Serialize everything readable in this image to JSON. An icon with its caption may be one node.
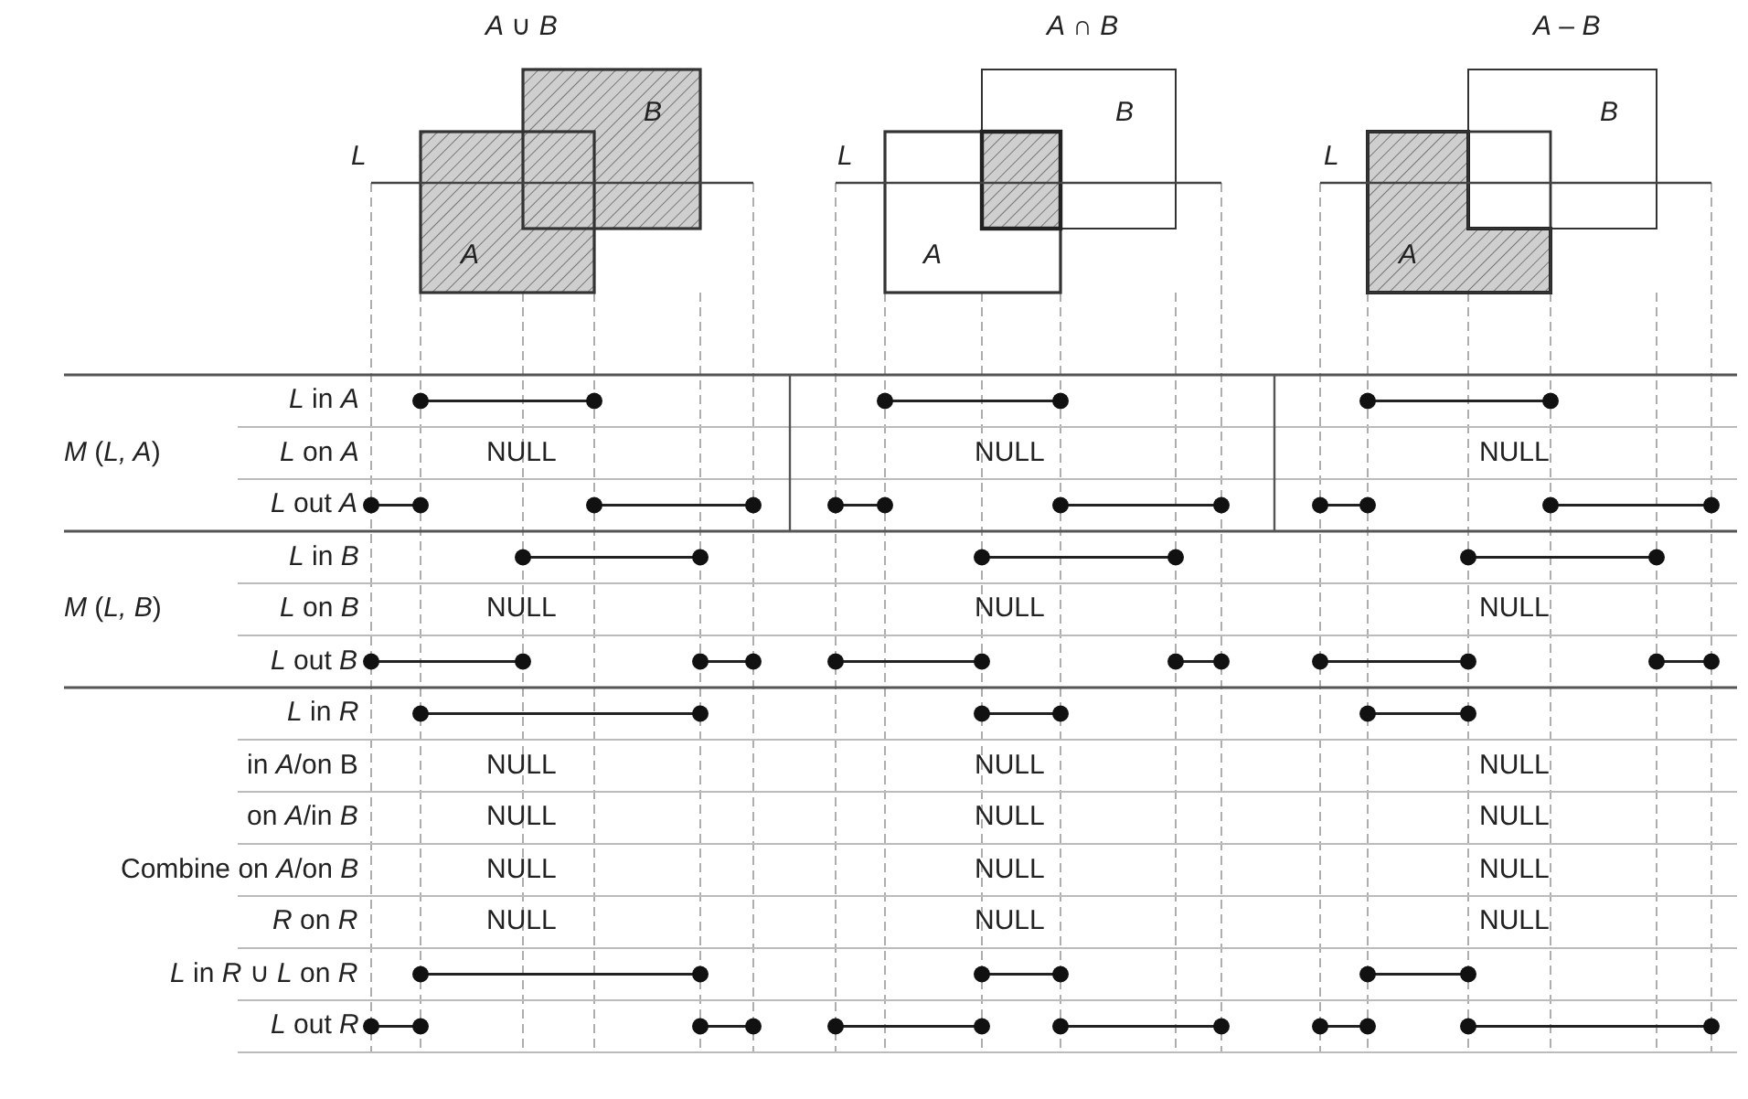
{
  "diagram": {
    "labels": [
      "*A* ∪ *B*",
      "*B*",
      "*L*",
      "*A*",
      "*A* ∩ *B*",
      "*B*",
      "*L*",
      "*A*",
      "*A* – *B*",
      "*B*",
      "*L*",
      "*A*",
      "*L* in *A*",
      "*M* (*L, A*)",
      "*L* on *A*",
      "NULL",
      "NULL",
      "NULL",
      "*L* out  *A*",
      "*L* in *B*",
      "*M* (*L, B*)",
      "*L* on *B*",
      "NULL",
      "NULL",
      "NULL",
      "*L* out *B*",
      "*L* in *R*",
      "in *A*/on B",
      "NULL",
      "NULL",
      "NULL",
      "on *A*/in *B*",
      "NULL",
      "NULL",
      "NULL",
      "Combine on *A*/on *B*",
      "NULL",
      "NULL",
      "NULL",
      "*R* on *R*",
      "NULL",
      "NULL",
      "NULL",
      "*L* in *R* ∪ *L* on *R*",
      "*L* out *R*"
    ]
  }
}
